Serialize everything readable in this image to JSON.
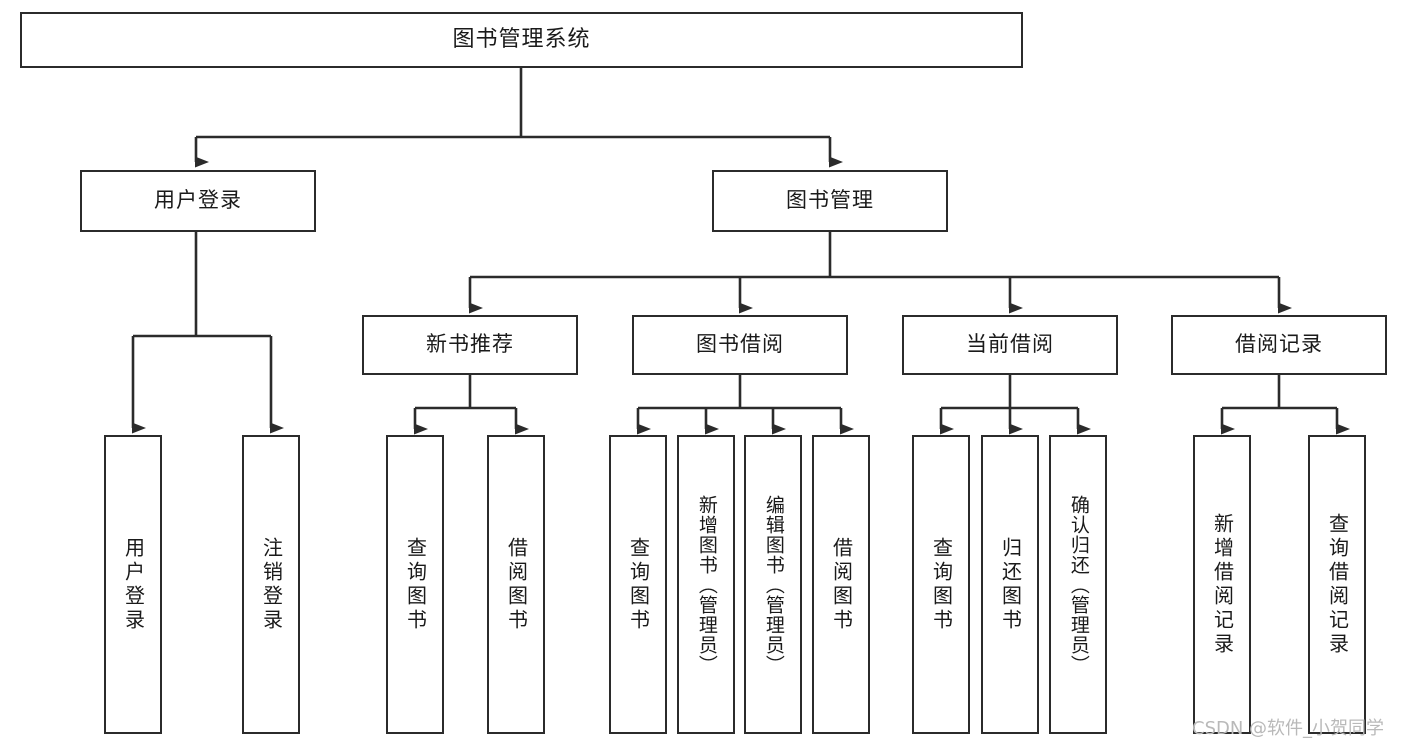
{
  "diagram": {
    "title": "图书管理系统",
    "type": "tree",
    "colors": {
      "border": "#2b2b2b",
      "background": "#ffffff",
      "text": "#1a1a1a",
      "watermark": "#b9b9b9"
    },
    "root": {
      "label": "图书管理系统"
    },
    "level2": [
      {
        "label": "用户登录"
      },
      {
        "label": "图书管理"
      }
    ],
    "level3": [
      {
        "label": "新书推荐"
      },
      {
        "label": "图书借阅"
      },
      {
        "label": "当前借阅"
      },
      {
        "label": "借阅记录"
      }
    ],
    "leaves": [
      {
        "label": "用户登录",
        "parent": "用户登录"
      },
      {
        "label": "注销登录",
        "parent": "用户登录"
      },
      {
        "label": "查询图书",
        "parent": "新书推荐"
      },
      {
        "label": "借阅图书",
        "parent": "新书推荐"
      },
      {
        "label": "查询图书",
        "parent": "图书借阅"
      },
      {
        "label": "新增图书（管理员）",
        "parent": "图书借阅"
      },
      {
        "label": "编辑图书（管理员）",
        "parent": "图书借阅"
      },
      {
        "label": "借阅图书",
        "parent": "图书借阅"
      },
      {
        "label": "查询图书",
        "parent": "当前借阅"
      },
      {
        "label": "归还图书",
        "parent": "当前借阅"
      },
      {
        "label": "确认归还（管理员）",
        "parent": "当前借阅"
      },
      {
        "label": "新增借阅记录",
        "parent": "借阅记录"
      },
      {
        "label": "查询借阅记录",
        "parent": "借阅记录"
      }
    ]
  },
  "watermark": {
    "text": "CSDN @软件_小贺同学"
  }
}
